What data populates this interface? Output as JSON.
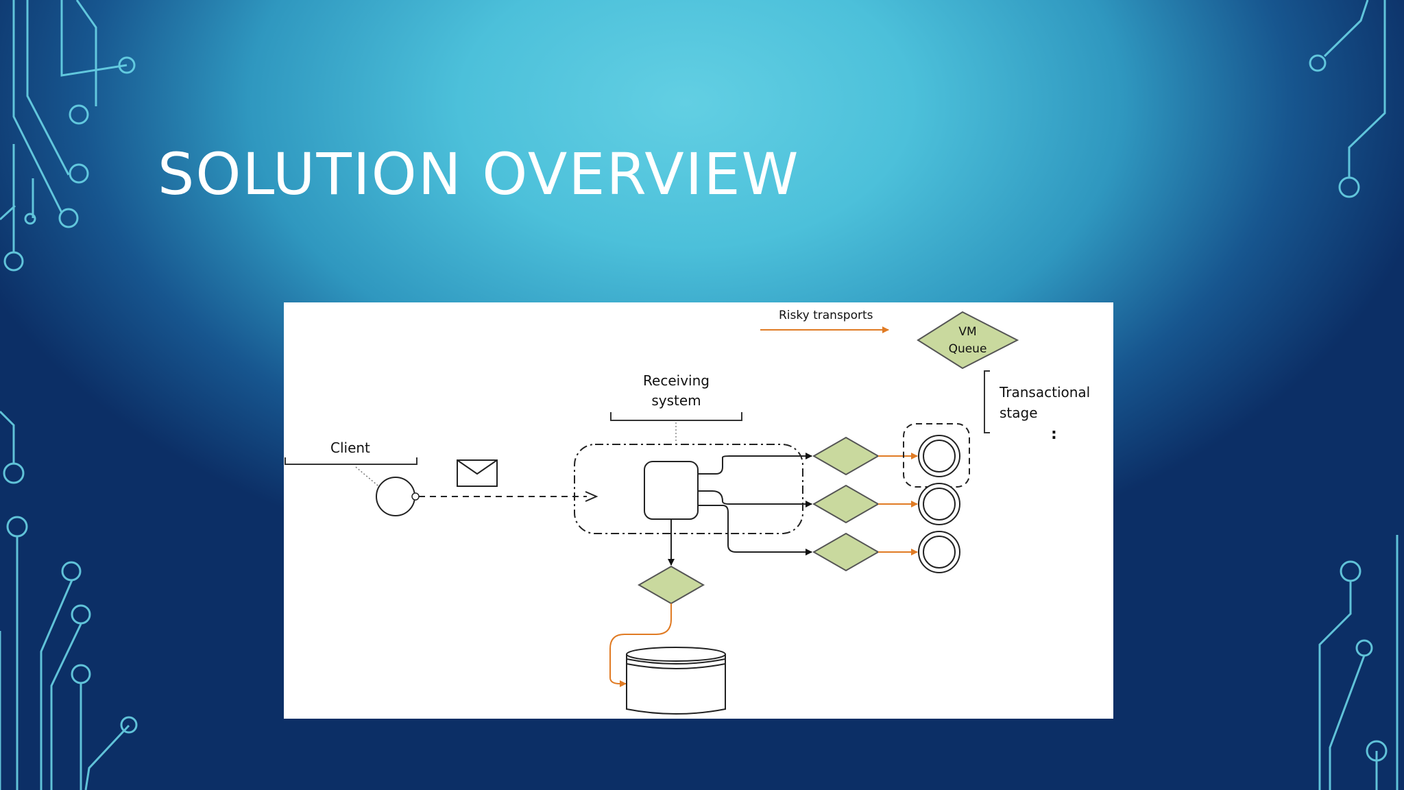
{
  "slide": {
    "title": "SOLUTION OVERVIEW"
  },
  "diagram": {
    "legend": {
      "risky_label": "Risky transports",
      "vm_queue_line1": "VM",
      "vm_queue_line2": "Queue",
      "transactional_line1": "Transactional",
      "transactional_line2": "stage",
      "ellipsis": ":"
    },
    "client_label": "Client",
    "receiving_line1": "Receiving",
    "receiving_line2": "system",
    "colors": {
      "gateway_fill": "#c9d99e",
      "gateway_stroke": "#555555",
      "risky_arrow": "#e07b24",
      "circuit_line": "#6fe0f0"
    }
  }
}
